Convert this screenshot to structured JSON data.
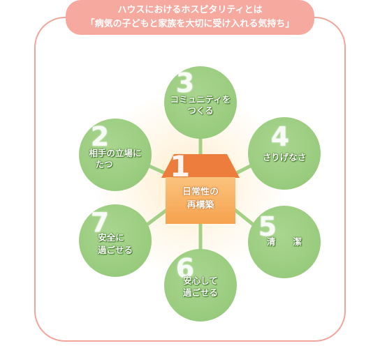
{
  "title": {
    "line1": "ハウスにおけるホスピタリティとは",
    "line2": "「病気の子どもと家族を大切に受け入れる気持ち」"
  },
  "center": {
    "number": "1",
    "line1": "日常性の",
    "line2": "再構築"
  },
  "nodes": [
    {
      "number": "2",
      "line1": "相手の立場に",
      "line2": "たつ"
    },
    {
      "number": "3",
      "line1": "コミュニティを",
      "line2": "つくる"
    },
    {
      "number": "4",
      "line1": "さりげなさ",
      "line2": ""
    },
    {
      "number": "5",
      "line1": "清　　潔",
      "line2": ""
    },
    {
      "number": "6",
      "line1": "安心して",
      "line2": "過ごせる"
    },
    {
      "number": "7",
      "line1": "安全に",
      "line2": "過ごせる"
    }
  ],
  "colors": {
    "frame": "#f2a49a",
    "title_bg": "#f6a99f",
    "circle": "#9bcd80",
    "spoke": "#a3cf87",
    "house_roof": "#ec7d3c",
    "house_body": "#f8b266"
  }
}
